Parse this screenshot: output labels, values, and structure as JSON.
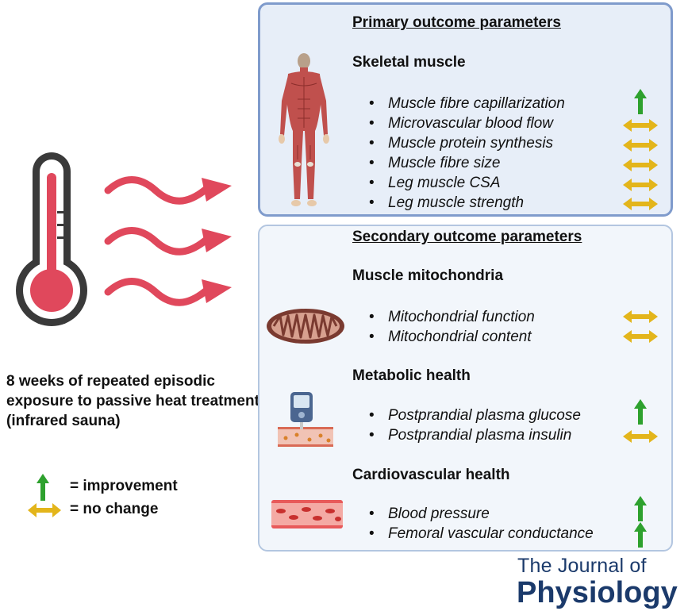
{
  "primary": {
    "heading": "Primary outcome parameters",
    "section": "Skeletal muscle",
    "items": [
      {
        "text": "Muscle fibre capillarization",
        "effect": "improvement"
      },
      {
        "text": "Microvascular blood flow",
        "effect": "no change"
      },
      {
        "text": "Muscle protein synthesis",
        "effect": "no change"
      },
      {
        "text": "Muscle fibre size",
        "effect": "no change"
      },
      {
        "text": "Leg muscle CSA",
        "effect": "no change"
      },
      {
        "text": "Leg muscle strength",
        "effect": "no change"
      }
    ]
  },
  "secondary": {
    "heading": "Secondary outcome parameters",
    "mitochondria": {
      "title": "Muscle mitochondria",
      "items": [
        {
          "text": "Mitochondrial function",
          "effect": "no change"
        },
        {
          "text": "Mitochondrial content",
          "effect": "no change"
        }
      ]
    },
    "metabolic": {
      "title": "Metabolic health",
      "items": [
        {
          "text": "Postprandial plasma glucose",
          "effect": "improvement"
        },
        {
          "text": "Postprandial plasma insulin",
          "effect": "no change"
        }
      ]
    },
    "cardiovascular": {
      "title": "Cardiovascular health",
      "items": [
        {
          "text": "Blood pressure",
          "effect": "improvement"
        },
        {
          "text": "Femoral vascular conductance",
          "effect": "improvement"
        }
      ]
    }
  },
  "intervention": {
    "caption": "8 weeks of repeated episodic exposure to passive heat treatment (infrared sauna)"
  },
  "legend": {
    "improvement": "= improvement",
    "no_change": "= no change"
  },
  "journal": {
    "line1": "The Journal of",
    "line2": "Physiology"
  },
  "icons": {
    "thermometer": "thermometer-icon",
    "heat_waves": "heat-wave-arrow-icon",
    "body": "human-muscle-anatomy-icon",
    "mitochondrion": "mitochondrion-icon",
    "glucometer": "glucose-meter-icon",
    "blood_vessel": "blood-vessel-icon"
  },
  "colors": {
    "improvement": "#2ea12e",
    "no_change": "#e3b51b",
    "heat": "#e0485c",
    "primary_panel": "#e7eef8",
    "secondary_panel": "#f2f6fb",
    "journal": "#1b3a6b"
  }
}
